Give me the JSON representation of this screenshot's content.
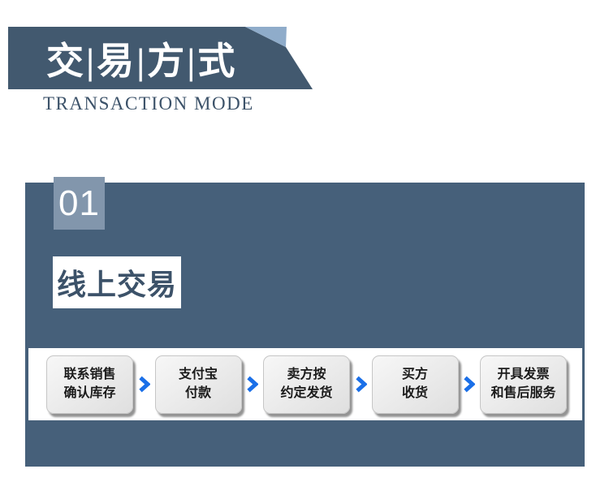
{
  "header": {
    "title": "交|易|方|式",
    "subtitle": "TRANSACTION MODE"
  },
  "section": {
    "number": "01",
    "title": "线上交易"
  },
  "flow": {
    "steps": [
      {
        "line1": "联系销售",
        "line2": "确认库存"
      },
      {
        "line1": "支付宝",
        "line2": "付款"
      },
      {
        "line1": "卖方按",
        "line2": "约定发货"
      },
      {
        "line1": "买方",
        "line2": "收货"
      },
      {
        "line1": "开具发票",
        "line2": "和售后服务"
      }
    ]
  },
  "colors": {
    "banner_dark": "#42596F",
    "banner_fold": "#8FACCA",
    "block_bg": "#46607A",
    "badge_bg": "#8296AC",
    "arrow_blue": "#1A6FE8",
    "step_text": "#1B1B1B",
    "slate_text": "#3C5269"
  }
}
